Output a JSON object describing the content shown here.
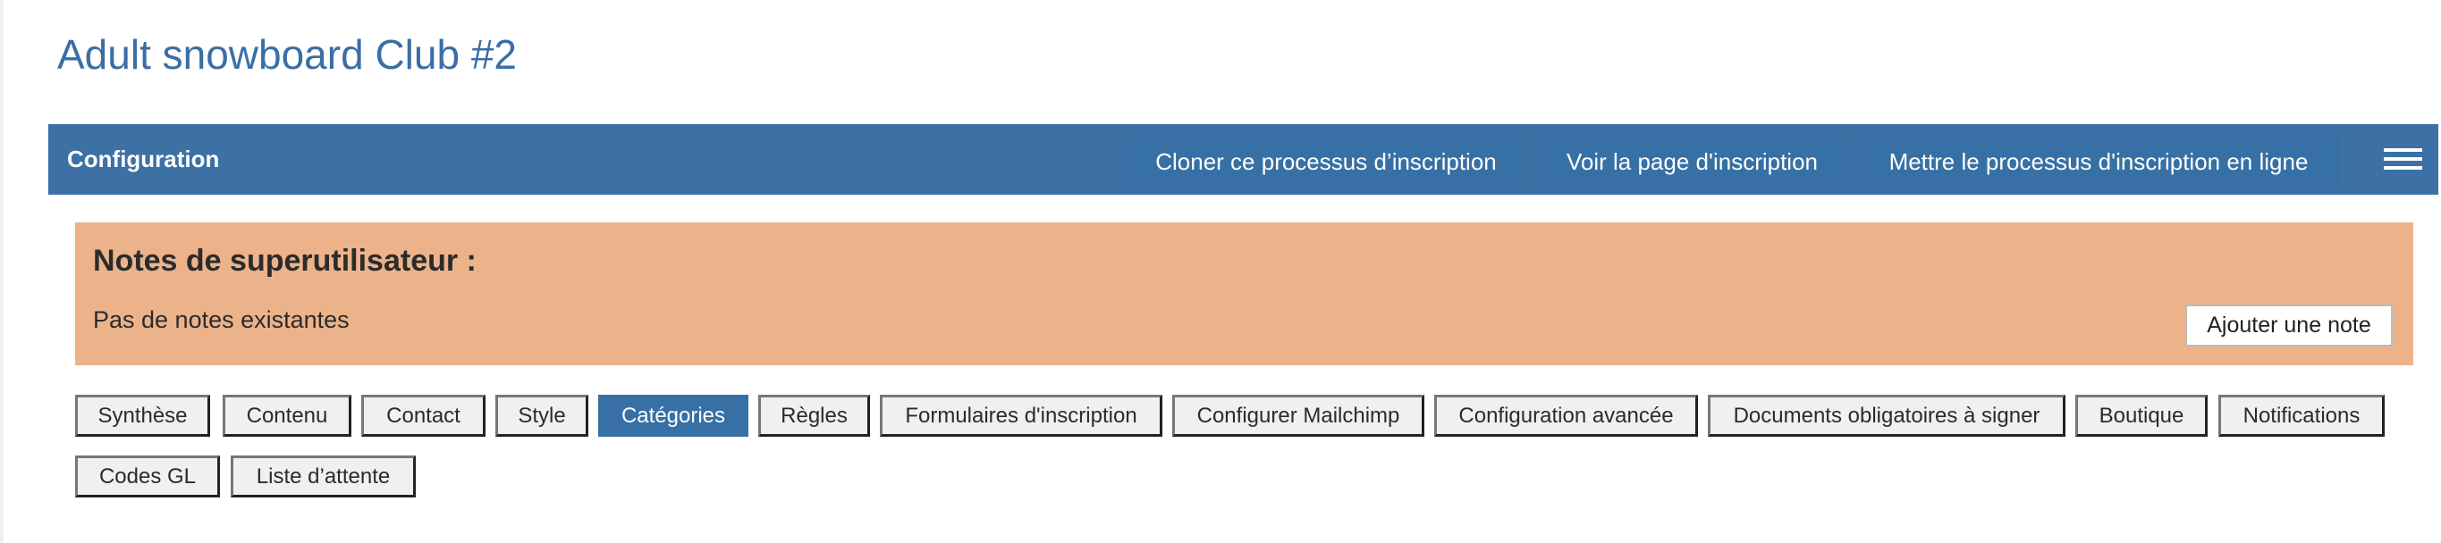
{
  "page": {
    "title": "Adult snowboard Club #2"
  },
  "toolbar": {
    "title": "Configuration",
    "buttons": [
      {
        "label": "Cloner ce processus d’inscription"
      },
      {
        "label": "Voir la page d'inscription"
      },
      {
        "label": "Mettre le processus d'inscription en ligne"
      }
    ],
    "menu_icon": "hamburger-icon"
  },
  "notes": {
    "heading": "Notes de superutilisateur :",
    "empty_text": "Pas de notes existantes",
    "add_label": "Ajouter une note"
  },
  "tabs": [
    {
      "label": "Synthèse"
    },
    {
      "label": "Contenu"
    },
    {
      "label": "Contact"
    },
    {
      "label": "Style"
    },
    {
      "label": "Catégories",
      "active": true
    },
    {
      "label": "Règles"
    },
    {
      "label": "Formulaires d'inscription"
    },
    {
      "label": "Configurer Mailchimp"
    },
    {
      "label": "Configuration avancée"
    },
    {
      "label": "Documents obligatoires à signer"
    },
    {
      "label": "Boutique"
    },
    {
      "label": "Notifications"
    },
    {
      "label": "Codes GL"
    },
    {
      "label": "Liste d’attente"
    }
  ],
  "colors": {
    "primary": "#3d70a5",
    "notes_bg": "#ecb38b",
    "tab_bg": "#f0f0f0"
  }
}
